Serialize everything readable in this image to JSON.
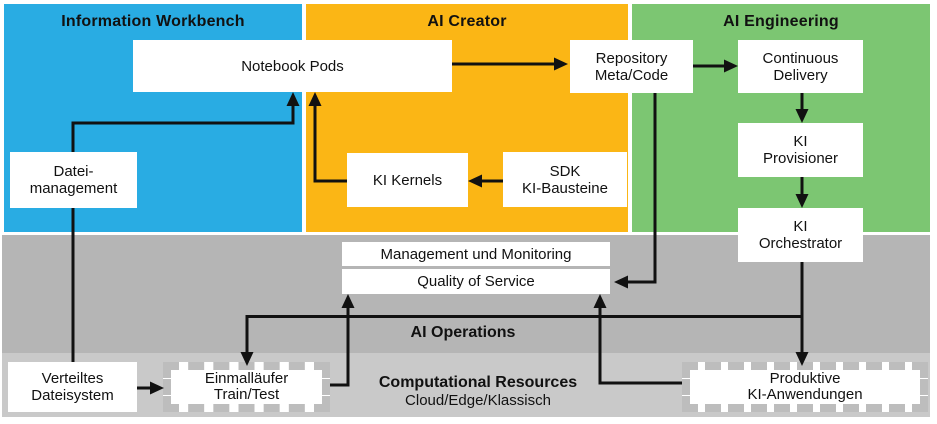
{
  "regions": {
    "workbench": {
      "label": "Information Workbench",
      "color": "#29ACE3"
    },
    "creator": {
      "label": "AI Creator",
      "color": "#FBB615"
    },
    "engineering": {
      "label": "AI Engineering",
      "color": "#7CC672"
    },
    "operations": {
      "label": "AI Operations"
    },
    "resources": {
      "title": "Computational Resources",
      "subtitle": "Cloud/Edge/Klassisch"
    }
  },
  "nodes": {
    "notebook_pods": {
      "label": "Notebook Pods"
    },
    "datei_management": {
      "label": "Datei-\nmanagement"
    },
    "ki_kernels": {
      "label": "KI Kernels"
    },
    "sdk_ki_bausteine": {
      "label": "SDK\nKI-Bausteine"
    },
    "repository": {
      "label": "Repository\nMeta/Code"
    },
    "continuous_delivery": {
      "label": "Continuous\nDelivery"
    },
    "ki_provisioner": {
      "label": "KI\nProvisioner"
    },
    "ki_orchestrator": {
      "label": "KI\nOrchestrator"
    },
    "management_monitoring": {
      "label": "Management und Monitoring"
    },
    "quality_of_service": {
      "label": "Quality of Service"
    },
    "verteiltes_dateisystem": {
      "label": "Verteiltes\nDateisystem"
    },
    "einmallaeufer": {
      "label": "Einmalläufer\nTrain/Test"
    },
    "produktive_ki": {
      "label": "Produktive\nKI-Anwendungen"
    }
  },
  "colors": {
    "workbench_blue": "#29ACE3",
    "creator_yellow": "#FBB615",
    "engineering_green": "#7CC672",
    "gray_upper": "#B5B5B5",
    "gray_lower": "#C9C9C9",
    "node_white": "#FFFFFF",
    "connector_black": "#111111",
    "dashed_border_gray": "#BDBDBD"
  }
}
